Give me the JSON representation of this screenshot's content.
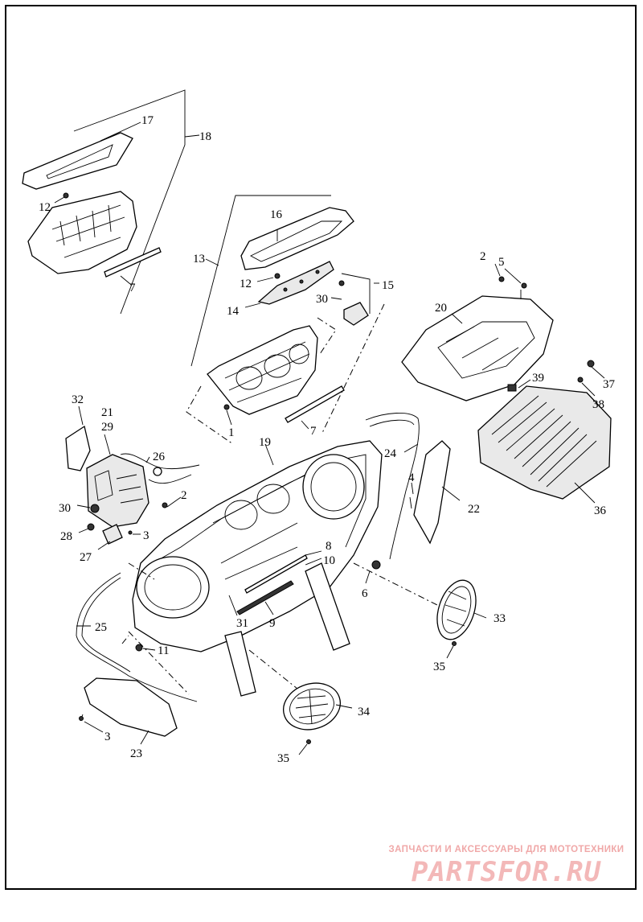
{
  "diagram": {
    "callouts": [
      {
        "id": "c17",
        "label": "17"
      },
      {
        "id": "c18",
        "label": "18"
      },
      {
        "id": "c12a",
        "label": "12"
      },
      {
        "id": "c7a",
        "label": "7"
      },
      {
        "id": "c16",
        "label": "16"
      },
      {
        "id": "c13",
        "label": "13"
      },
      {
        "id": "c12b",
        "label": "12"
      },
      {
        "id": "c14",
        "label": "14"
      },
      {
        "id": "c30a",
        "label": "30"
      },
      {
        "id": "c15",
        "label": "15"
      },
      {
        "id": "c2a",
        "label": "2"
      },
      {
        "id": "c5",
        "label": "5"
      },
      {
        "id": "c20",
        "label": "20"
      },
      {
        "id": "c37",
        "label": "37"
      },
      {
        "id": "c39",
        "label": "39"
      },
      {
        "id": "c38",
        "label": "38"
      },
      {
        "id": "c36",
        "label": "36"
      },
      {
        "id": "c1",
        "label": "1"
      },
      {
        "id": "c7b",
        "label": "7"
      },
      {
        "id": "c32",
        "label": "32"
      },
      {
        "id": "c21",
        "label": "21"
      },
      {
        "id": "c29",
        "label": "29"
      },
      {
        "id": "c19",
        "label": "19"
      },
      {
        "id": "c24",
        "label": "24"
      },
      {
        "id": "c26",
        "label": "26"
      },
      {
        "id": "c4",
        "label": "4"
      },
      {
        "id": "c22",
        "label": "22"
      },
      {
        "id": "c2b",
        "label": "2"
      },
      {
        "id": "c30b",
        "label": "30"
      },
      {
        "id": "c28",
        "label": "28"
      },
      {
        "id": "c3a",
        "label": "3"
      },
      {
        "id": "c27",
        "label": "27"
      },
      {
        "id": "c8",
        "label": "8"
      },
      {
        "id": "c10",
        "label": "10"
      },
      {
        "id": "c6",
        "label": "6"
      },
      {
        "id": "c33",
        "label": "33"
      },
      {
        "id": "c25",
        "label": "25"
      },
      {
        "id": "c31",
        "label": "31"
      },
      {
        "id": "c9",
        "label": "9"
      },
      {
        "id": "c11",
        "label": "11"
      },
      {
        "id": "c35a",
        "label": "35"
      },
      {
        "id": "c34",
        "label": "34"
      },
      {
        "id": "c3b",
        "label": "3"
      },
      {
        "id": "c23",
        "label": "23"
      },
      {
        "id": "c35b",
        "label": "35"
      }
    ]
  },
  "watermark": {
    "tagline": "ЗАПЧАСТИ И АКСЕССУАРЫ ДЛЯ МОТОТЕХНИКИ",
    "brand": "PARTSFOR.RU"
  }
}
